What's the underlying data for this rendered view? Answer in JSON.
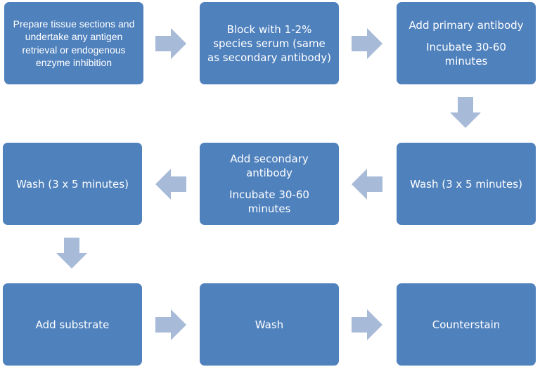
{
  "steps": [
    {
      "paragraphs": [
        "Prepare tissue sections and undertake any antigen retrieval or endogenous enzyme inhibition"
      ]
    },
    {
      "paragraphs": [
        "Block with 1-2% species serum (same as secondary antibody)"
      ]
    },
    {
      "paragraphs": [
        "Add primary antibody",
        "Incubate 30-60 minutes"
      ]
    },
    {
      "paragraphs": [
        "Wash (3 x 5 minutes)"
      ]
    },
    {
      "paragraphs": [
        "Add secondary antibody",
        "Incubate 30-60 minutes"
      ]
    },
    {
      "paragraphs": [
        "Wash (3 x 5 minutes)"
      ]
    },
    {
      "paragraphs": [
        "Add substrate"
      ]
    },
    {
      "paragraphs": [
        "Wash"
      ]
    },
    {
      "paragraphs": [
        "Counterstain"
      ]
    }
  ],
  "colors": {
    "box_fill": "#4f81bd",
    "box_text": "#ffffff",
    "arrow_fill": "#a7bad7"
  }
}
